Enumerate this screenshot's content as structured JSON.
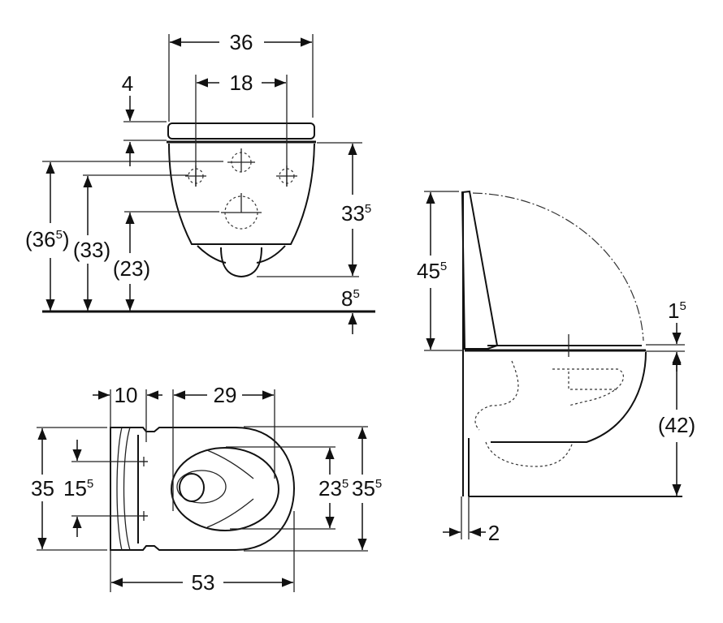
{
  "front_view": {
    "overall_width": "36",
    "fixing_hole_spacing": "18",
    "seat_thickness": "4",
    "bowl_height": {
      "main": "33",
      "sup": "5"
    },
    "height_upper_hole": {
      "open": "(36",
      "sup": "5",
      "close": ")"
    },
    "height_fixing_holes": "(33)",
    "height_outlet": "(23)",
    "outlet_clearance": {
      "main": "8",
      "sup": "5"
    }
  },
  "top_view": {
    "rear_depth": "10",
    "bowl_opening_length": "29",
    "rear_width": "35",
    "fixing_spacing": {
      "main": "15",
      "sup": "5"
    },
    "opening_width": {
      "main": "23",
      "sup": "5"
    },
    "overall_width": {
      "main": "35",
      "sup": "5"
    },
    "overall_length": "53"
  },
  "side_view": {
    "lid_height": {
      "main": "45",
      "sup": "5"
    },
    "seat_gap": {
      "main": "1",
      "sup": "5"
    },
    "rim_height": "(42)",
    "wall_gap": "2"
  }
}
